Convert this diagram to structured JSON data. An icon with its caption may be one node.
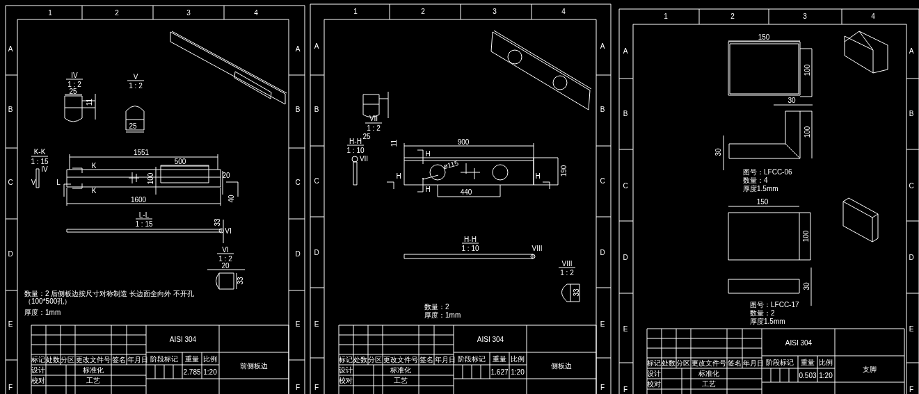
{
  "diagram": {
    "labels": [
      "1",
      "2",
      "3",
      "4",
      "A",
      "B",
      "C",
      "D",
      "E",
      "F",
      "A",
      "B",
      "C",
      "D",
      "E",
      "F",
      "IV",
      "V",
      "1 : 2",
      "1 : 2",
      "25",
      "11",
      "25",
      "K-K",
      "1551",
      "1 : 15",
      "500",
      "IV",
      "K",
      "V",
      "L",
      "100",
      "20",
      "K",
      "1600",
      "40",
      "L-L",
      "1 : 15",
      "33",
      "VI",
      "VI",
      "1 : 2",
      "20",
      "33",
      "数量：2 后侧板边按尺寸对称制造 长边面全向外 不开孔（100*500孔）",
      "厚度：1mm",
      "AISI 304",
      "标记",
      "处数",
      "分区",
      "更改文件号",
      "签名",
      "年月日",
      "阶段标记",
      "重量",
      "比例",
      "设计",
      "标准化",
      "2.785",
      "1:20",
      "前侧板边",
      "校对",
      "工艺",
      "1",
      "2",
      "3",
      "4",
      "A",
      "B",
      "C",
      "D",
      "E",
      "F",
      "A",
      "B",
      "C",
      "D",
      "E",
      "F",
      "VII",
      "1 : 2",
      "25",
      "H-H",
      "11",
      "900",
      "1 : 10",
      "H",
      "VII",
      "ø115",
      "H",
      "H",
      "190",
      "H",
      "440",
      "H-H",
      "1 : 10",
      "VIII",
      "VIII",
      "1 : 2",
      "33",
      "数量：2",
      "厚度：1mm",
      "AISI 304",
      "标记",
      "处数",
      "分区",
      "更改文件号",
      "签名",
      "年月日",
      "阶段标记",
      "重量",
      "比例",
      "设计",
      "标准化",
      "1.627",
      "1:20",
      "侧板边",
      "校对",
      "工艺",
      "1",
      "2",
      "3",
      "4",
      "A",
      "B",
      "C",
      "D",
      "E",
      "F",
      "A",
      "B",
      "C",
      "D",
      "E",
      "F",
      "150",
      "100",
      "30",
      "100",
      "30",
      "图号：LFCC-06",
      "数量：4",
      "厚度1.5mm",
      "150",
      "100",
      "30",
      "图号：LFCC-17",
      "数量：2",
      "厚度1.5mm",
      "AISI 304",
      "标记",
      "处数",
      "分区",
      "更改文件号",
      "签名",
      "年月日",
      "阶段标记",
      "重量",
      "比例",
      "设计",
      "标准化",
      "0.503",
      "1:20",
      "支脚",
      "校对",
      "工艺"
    ]
  }
}
